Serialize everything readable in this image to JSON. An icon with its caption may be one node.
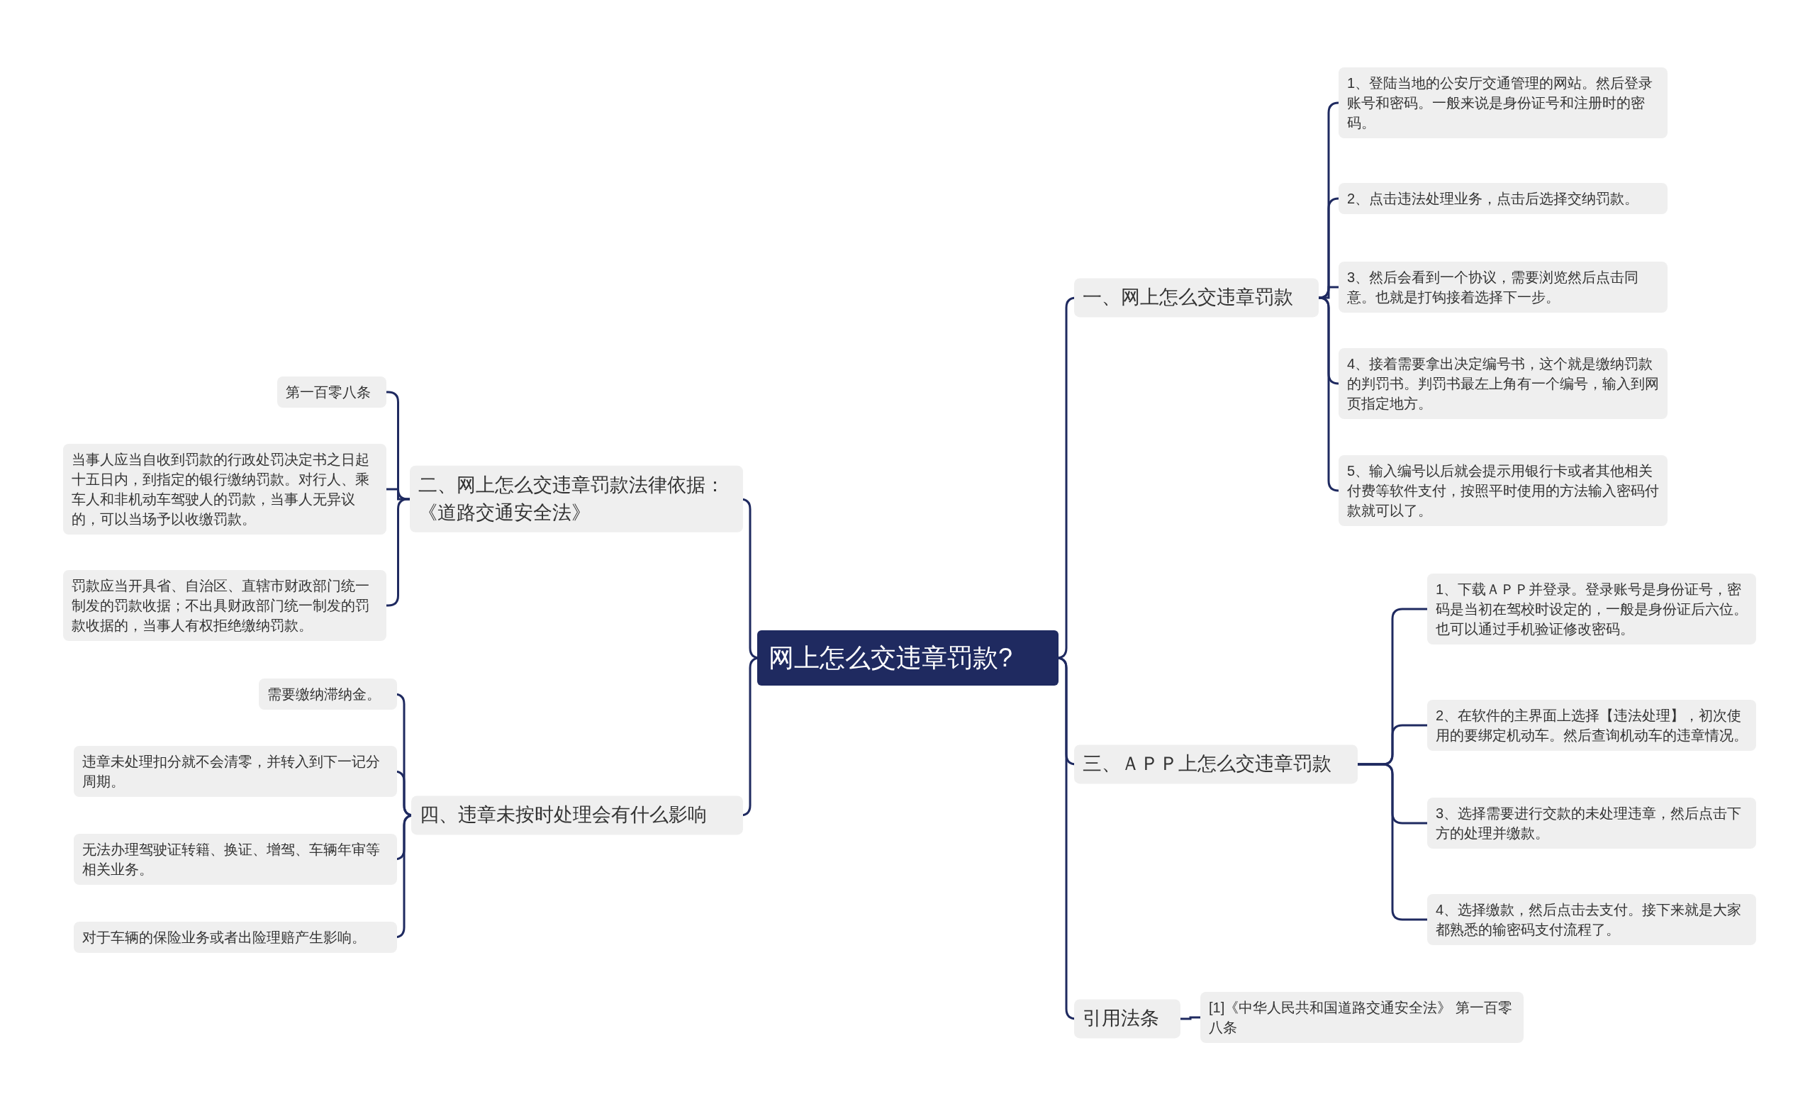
{
  "diagram": {
    "nodes": [
      {
        "text": [
          "网上怎么交违章罚款?"
        ]
      },
      {
        "text": [
          "一、网上怎么交违章罚款"
        ]
      },
      {
        "text": [
          "1、登陆当地的公安厅交通管理的网站。然后登录账号和密码。一般来说是身份证号和注册时的密码。"
        ]
      },
      {
        "text": [
          "2、点击违法处理业务，点击后选择交纳罚款。"
        ]
      },
      {
        "text": [
          "3、然后会看到一个协议，需要浏览然后点击同意。也就是打钩接着选择下一步。"
        ]
      },
      {
        "text": [
          "4、接着需要拿出决定编号书，这个就是缴纳罚款的判罚书。判罚书最左上角有一个编号，输入到网页指定地方。"
        ]
      },
      {
        "text": [
          "5、输入编号以后就会提示用银行卡或者其他相关付费等软件支付，按照平时使用的方法输入密码付款就可以了。"
        ]
      },
      {
        "text": [
          "三、ＡＰＰ上怎么交违章罚款"
        ]
      },
      {
        "text": [
          "1、下载ＡＰＰ并登录。登录账号是身份证号，密码是当初在驾校时设定的，一般是身份证后六位。也可以通过手机验证修改密码。"
        ]
      },
      {
        "text": [
          "2、在软件的主界面上选择【违法处理】，初次使用的要绑定机动车。然后查询机动车的违章情况。"
        ]
      },
      {
        "text": [
          "3、选择需要进行交款的未处理违章，然后点击下方的处理并缴款。"
        ]
      },
      {
        "text": [
          "4、选择缴款，然后点击去支付。接下来就是大家都熟悉的输密码支付流程了。"
        ]
      },
      {
        "text": [
          "引用法条"
        ]
      },
      {
        "text": [
          "[1]《中华人民共和国道路交通安全法》 第一百零八条"
        ]
      },
      {
        "text": [
          "二、网上怎么交违章罚款法律依据：《道路交通安全法》"
        ]
      },
      {
        "text": [
          "第一百零八条"
        ]
      },
      {
        "text": [
          "当事人应当自收到罚款的行政处罚决定书之日起十五日内，到指定的银行缴纳罚款。对行人、乘车人和非机动车驾驶人的罚款，当事人无异议的，可以当场予以收缴罚款。"
        ]
      },
      {
        "text": [
          "罚款应当开具省、自治区、直辖市财政部门统一制发的罚款收据；不出具财政部门统一制发的罚款收据的，当事人有权拒绝缴纳罚款。"
        ]
      },
      {
        "text": [
          "四、违章未按时处理会有什么影响"
        ]
      },
      {
        "text": [
          "需要缴纳滞纳金。"
        ]
      },
      {
        "text": [
          "违章未处理扣分就不会清零，并转入到下一记分周期。"
        ]
      },
      {
        "text": [
          "无法办理驾驶证转籍、换证、增驾、车辆年审等相关业务。"
        ]
      },
      {
        "text": [
          "对于车辆的保险业务或者出险理赔产生影响。"
        ]
      }
    ],
    "edges": [
      {
        "from": 0,
        "to": 1,
        "arrow": "none"
      },
      {
        "from": 1,
        "to": 2,
        "arrow": "none"
      },
      {
        "from": 1,
        "to": 3,
        "arrow": "none"
      },
      {
        "from": 1,
        "to": 4,
        "arrow": "none"
      },
      {
        "from": 1,
        "to": 5,
        "arrow": "none"
      },
      {
        "from": 1,
        "to": 6,
        "arrow": "none"
      },
      {
        "from": 0,
        "to": 7,
        "arrow": "none"
      },
      {
        "from": 7,
        "to": 8,
        "arrow": "none"
      },
      {
        "from": 7,
        "to": 9,
        "arrow": "none"
      },
      {
        "from": 7,
        "to": 10,
        "arrow": "none"
      },
      {
        "from": 7,
        "to": 11,
        "arrow": "none"
      },
      {
        "from": 0,
        "to": 12,
        "arrow": "none"
      },
      {
        "from": 12,
        "to": 13,
        "arrow": "none"
      },
      {
        "from": 0,
        "to": 14,
        "arrow": "none"
      },
      {
        "from": 14,
        "to": 15,
        "arrow": "none"
      },
      {
        "from": 14,
        "to": 16,
        "arrow": "none"
      },
      {
        "from": 14,
        "to": 17,
        "arrow": "none"
      },
      {
        "from": 0,
        "to": 18,
        "arrow": "none"
      },
      {
        "from": 18,
        "to": 19,
        "arrow": "none"
      },
      {
        "from": 18,
        "to": 20,
        "arrow": "none"
      },
      {
        "from": 18,
        "to": 21,
        "arrow": "none"
      },
      {
        "from": 18,
        "to": 22,
        "arrow": "none"
      }
    ]
  }
}
